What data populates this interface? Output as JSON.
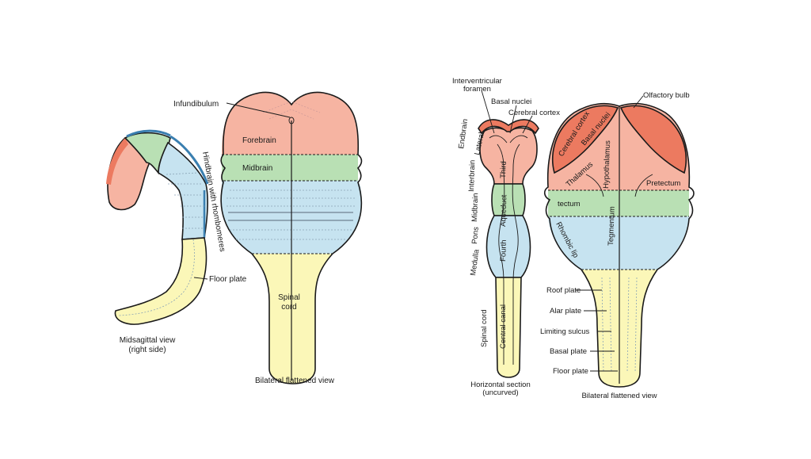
{
  "colors": {
    "forebrain": "#f6b4a2",
    "telencephalon": "#ec7a60",
    "midbrain": "#b9e0b4",
    "hindbrain": "#c6e3f0",
    "spinal": "#fbf7b8",
    "outline": "#1a1a1a",
    "rhombomere_line": "#3a7fb0"
  },
  "panel_left": {
    "labels": {
      "infundibulum": "Infundibulum",
      "forebrain": "Forebrain",
      "midbrain": "Midbrain",
      "hindbrain": "Hindbrain with rhombomeres",
      "floor_plate": "Floor plate",
      "spinal_1": "Spinal",
      "spinal_2": "cord",
      "midsagittal_1": "Midsagittal view",
      "midsagittal_2": "(right side)",
      "bilateral": "Bilateral flattened view"
    }
  },
  "panel_right": {
    "labels": {
      "interventricular_1": "Interventricular",
      "interventricular_2": "foramen",
      "basal_nuclei": "Basal nuclei",
      "cerebral_cortex": "Cerebral cortex",
      "endbrain": "Endbrain",
      "lateral": "Lateral",
      "midbrain_v": "Midbrain",
      "interbrain": "Interbrain",
      "third": "Third",
      "aqueduct": "Aqueduct",
      "pons": "Pons",
      "fourth": "Fourth",
      "medulla": "Medulla",
      "spinal_cord": "Spinal cord",
      "central_canal": "Central canal",
      "horizontal_1": "Horizontal section",
      "horizontal_2": "(uncurved)",
      "olfactory_bulb": "Olfactory bulb",
      "cortex_in": "Cerebral cortex",
      "basal_nuclei_in": "Basal nuclei",
      "thalamus": "Thalamus",
      "hypothalamus": "Hypothalamus",
      "pretectum": "Pretectum",
      "tectum": "tectum",
      "tegmentum": "Tegmentum",
      "rhombic_lip": "Rhombic lip",
      "roof_plate": "Roof plate",
      "alar_plate": "Alar plate",
      "limiting_sulcus": "Limiting sulcus",
      "basal_plate": "Basal plate",
      "floor_plate": "Floor plate",
      "bilateral": "Bilateral flattened view"
    }
  }
}
